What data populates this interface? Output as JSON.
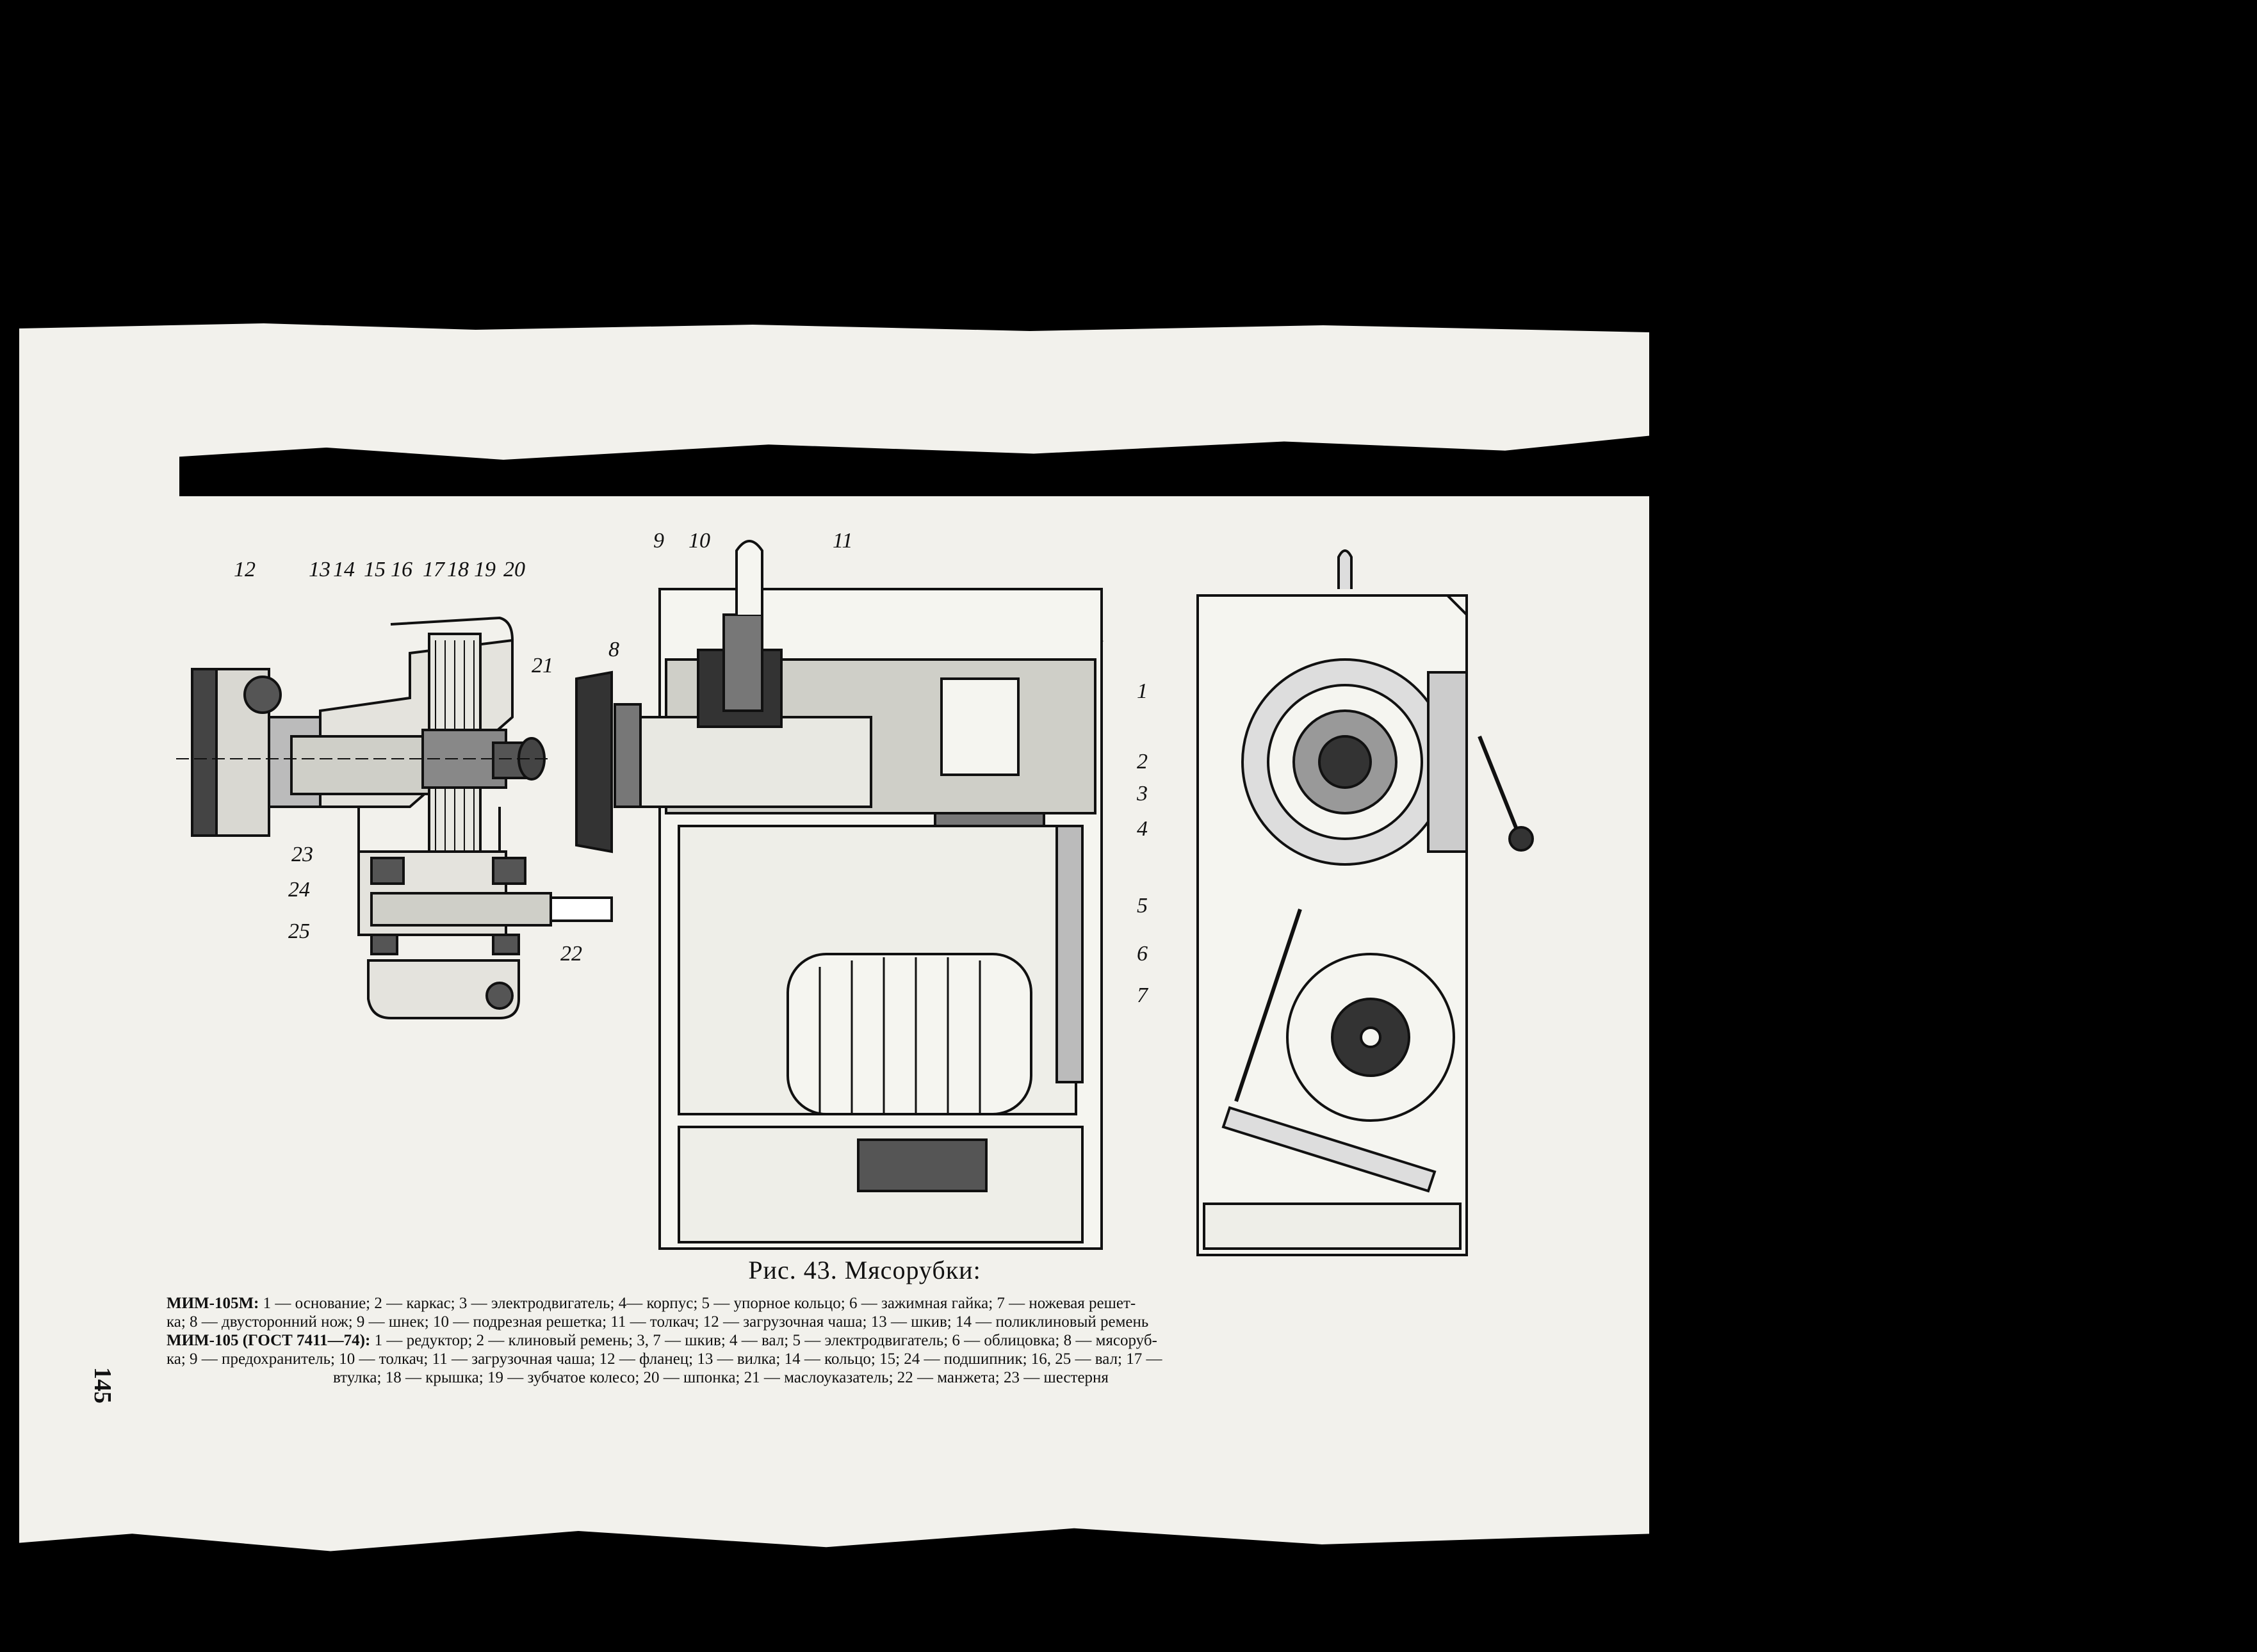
{
  "page_number": "145",
  "figure": {
    "title": "Рис. 43. Мясорубки:",
    "gearbox_callouts": [
      "12",
      "13",
      "14",
      "15",
      "16",
      "17",
      "18",
      "19",
      "20",
      "21",
      "23",
      "24",
      "25",
      "22"
    ],
    "front_view_callouts": [
      "9",
      "10",
      "11",
      "8",
      "1",
      "2",
      "3",
      "4",
      "5",
      "6",
      "7"
    ]
  },
  "caption": {
    "line1_model": "МИМ-105М:",
    "line1_text": "1 — основание; 2 — каркас; 3 — электродвигатель; 4— корпус; 5 — упорное кольцо; 6 — зажимная гайка; 7 — ножевая решет-",
    "line2_text": "ка; 8 — двусторонний нож; 9 — шнек; 10 — подрезная решетка; 11 — толкач; 12 — загрузочная чаша; 13 — шкив; 14 — поликлиновый ремень",
    "line3_model": "МИМ-105 (ГОСТ 7411—74):",
    "line3_text": "1 — редуктор; 2 — клиновый ремень; 3, 7 — шкив; 4 — вал; 5 — электродвигатель; 6 — облицовка; 8 — мясоруб-",
    "line4_text": "ка; 9 — предохранитель; 10 — толкач; 11 — загрузочная чаша; 12 — фланец; 13 — вилка; 14 — кольцо; 15; 24 — подшипник; 16, 25 — вал; 17 —",
    "line5_text": "втулка; 18 — крышка; 19 — зубчатое колесо; 20 — шпонка; 21 — маслоуказатель; 22 — манжета; 23 — шестерня"
  },
  "colors": {
    "paper": "#f2f1ec",
    "ink": "#111111",
    "background": "#000000"
  }
}
